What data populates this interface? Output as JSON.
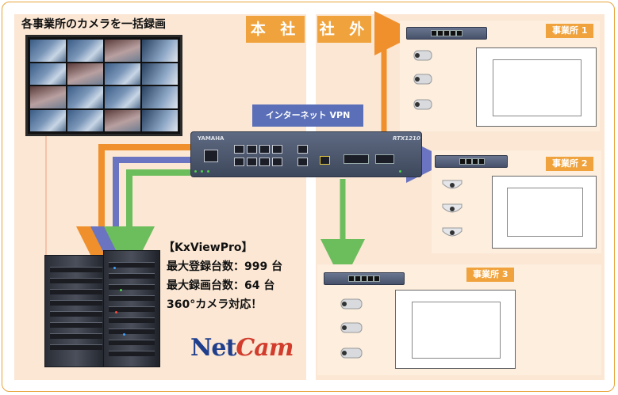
{
  "headquarters_tag": "本 社",
  "external_tag": "社 外",
  "monitor_caption": "各事業所のカメラを一括録画",
  "vpn_label": "インターネット VPN",
  "router": {
    "brand": "YAMAHA",
    "model": "RTX1210"
  },
  "offices": [
    {
      "label": "事業所 1"
    },
    {
      "label": "事業所 2"
    },
    {
      "label": "事業所 3"
    }
  ],
  "software": {
    "name": "【KxViewPro】",
    "line_cameras": "最大登録台数：999 台",
    "line_recording": "最大録画台数：64 台",
    "line_360": "360°カメラ対応！"
  },
  "brand_logo": {
    "part1": "Net",
    "part2": "Cam"
  },
  "colors": {
    "accent": "#f0a33c",
    "zone_fill": "#fbe7d4",
    "line_orange": "#f0902c",
    "line_blue": "#6a74c0",
    "line_green": "#6cbd5c"
  }
}
